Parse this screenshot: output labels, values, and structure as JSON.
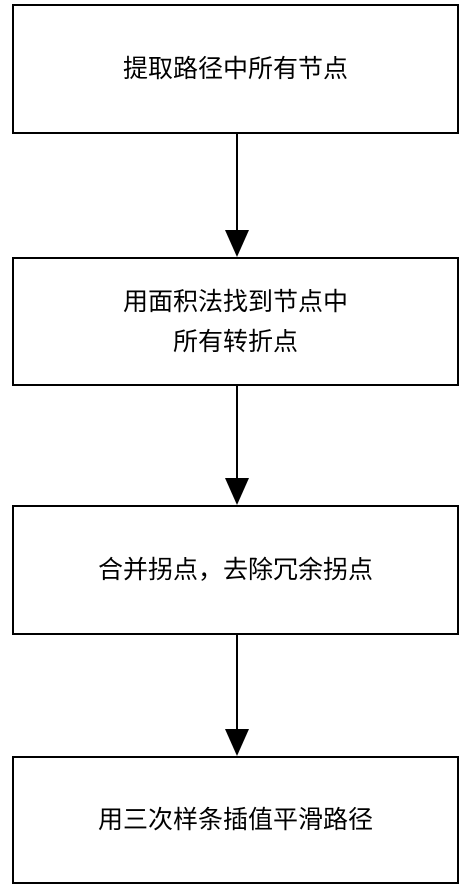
{
  "steps": [
    {
      "lines": [
        "提取路径中所有节点"
      ]
    },
    {
      "lines": [
        "用面积法找到节点中",
        "所有转折点"
      ]
    },
    {
      "lines": [
        "合并拐点，去除冗余拐点"
      ]
    },
    {
      "lines": [
        "用三次样条插值平滑路径"
      ]
    }
  ]
}
